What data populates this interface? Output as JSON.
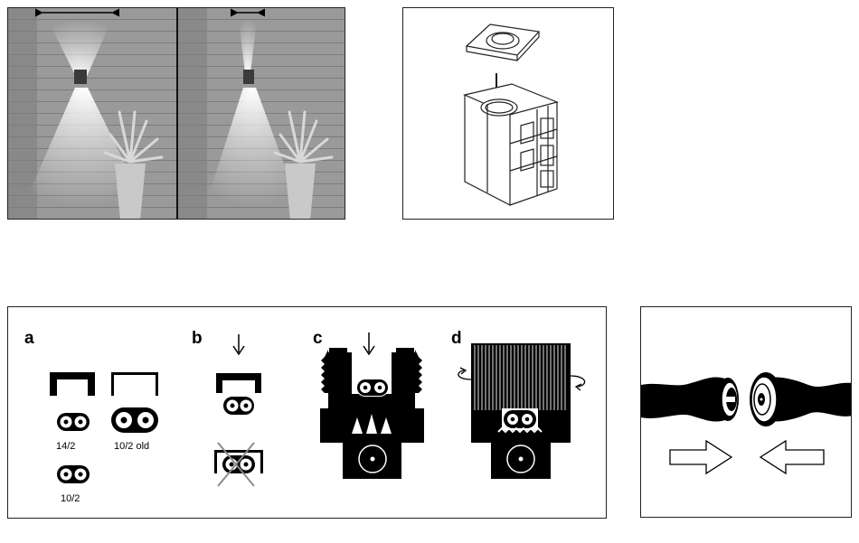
{
  "steps": {
    "a": {
      "label": "a",
      "cable_labels": [
        "14/2",
        "10/2 old",
        "10/2"
      ]
    },
    "b": {
      "label": "b"
    },
    "c": {
      "label": "c"
    },
    "d": {
      "label": "d"
    }
  },
  "colors": {
    "ink": "#000000",
    "photo_bg": "#8e8e8e",
    "cross": "#8a8a8a"
  }
}
